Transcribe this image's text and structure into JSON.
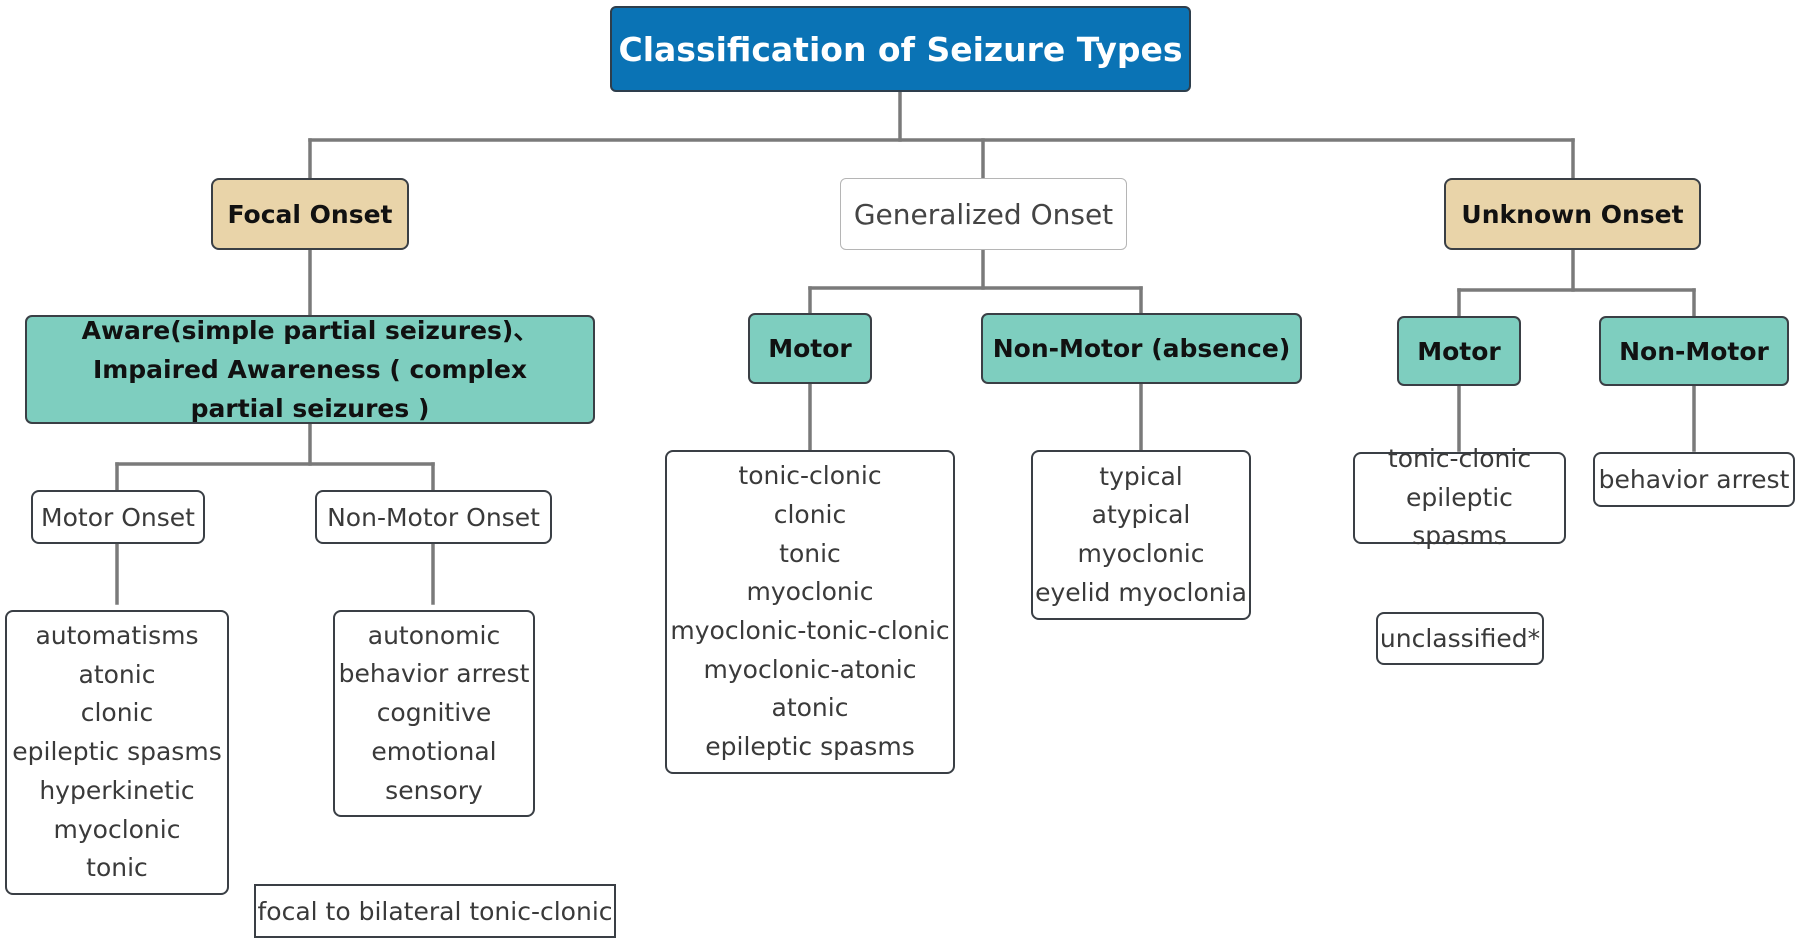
{
  "title": "Classification of Seizure Types",
  "focal": {
    "label": "Focal Onset",
    "awareness": "Aware(simple partial seizures)、Impaired Awareness ( complex partial seizures )",
    "motor_onset": {
      "label": "Motor Onset",
      "items": [
        "automatisms",
        "atonic",
        "clonic",
        "epileptic spasms",
        "hyperkinetic",
        "myoclonic",
        "tonic"
      ]
    },
    "non_motor_onset": {
      "label": "Non-Motor Onset",
      "items": [
        "autonomic",
        "behavior arrest",
        "cognitive",
        "emotional",
        "sensory"
      ]
    },
    "bilateral": "focal to bilateral tonic-clonic"
  },
  "generalized": {
    "label": "Generalized Onset",
    "motor": {
      "label": "Motor",
      "items": [
        "tonic-clonic",
        "clonic",
        "tonic",
        "myoclonic",
        "myoclonic-tonic-clonic",
        "myoclonic-atonic",
        "atonic",
        "epileptic spasms"
      ]
    },
    "non_motor": {
      "label": "Non-Motor (absence)",
      "items": [
        "typical",
        "atypical",
        "myoclonic",
        "eyelid myoclonia"
      ]
    }
  },
  "unknown": {
    "label": "Unknown Onset",
    "motor": {
      "label": "Motor",
      "items": [
        "tonic-clonic",
        "epileptic spasms"
      ]
    },
    "non_motor": {
      "label": "Non-Motor",
      "items": [
        "behavior arrest"
      ]
    },
    "unclassified": "unclassified*"
  },
  "colors": {
    "title_fill": "#0a73b5",
    "onset_fill": "#e9d4a9",
    "category_fill": "#7ecebf",
    "connector": "#7a7a7a",
    "border": "#3a3f45"
  }
}
